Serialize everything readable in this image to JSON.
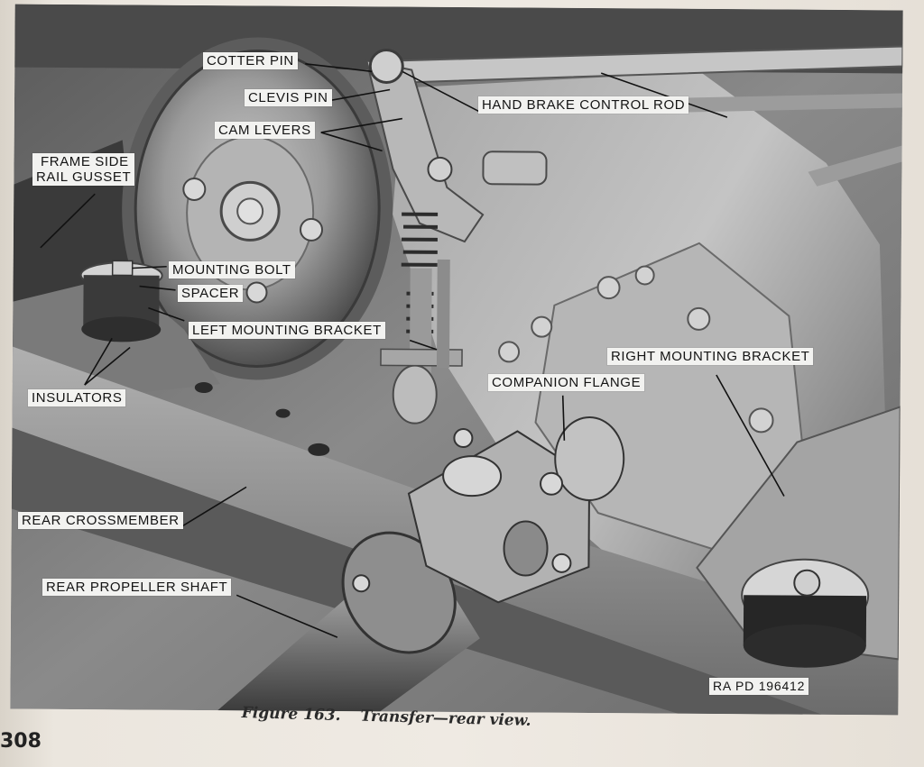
{
  "figure": {
    "labels": {
      "cotter_pin": "COTTER PIN",
      "clevis_pin": "CLEVIS PIN",
      "cam_levers": "CAM LEVERS",
      "hand_brake_control_rod": "HAND BRAKE CONTROL ROD",
      "frame_side_rail_gusset_line1": "FRAME SIDE",
      "frame_side_rail_gusset_line2": "RAIL GUSSET",
      "mounting_bolt": "MOUNTING BOLT",
      "spacer": "SPACER",
      "left_mounting_bracket": "LEFT MOUNTING BRACKET",
      "right_mounting_bracket": "RIGHT MOUNTING BRACKET",
      "companion_flange": "COMPANION FLANGE",
      "insulators": "INSULATORS",
      "rear_crossmember": "REAR CROSSMEMBER",
      "rear_propeller_shaft": "REAR PROPELLER SHAFT"
    },
    "reference": "RA PD 196412"
  },
  "caption": {
    "number": "Figure 163.",
    "text": "Transfer—rear view."
  },
  "page_number": "308",
  "colors": {
    "paper": "#ebe6de",
    "photo_dark": "#3a3a3a",
    "photo_mid": "#8c8c8c",
    "label_bg": "#f2f2f0"
  }
}
